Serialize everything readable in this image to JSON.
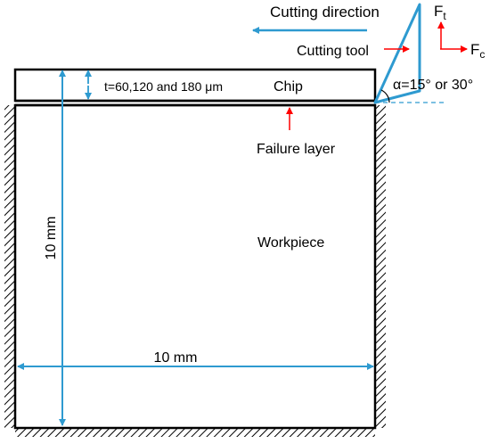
{
  "labels": {
    "cutting_direction": "Cutting direction",
    "cutting_tool": "Cutting tool",
    "force_thrust_main": "F",
    "force_thrust_sub": "t",
    "force_cutting_main": "F",
    "force_cutting_sub": "c",
    "thickness": "t=60,120 and 180 μm",
    "chip": "Chip",
    "rake_angle": "α=15° or 30°",
    "failure_layer": "Failure layer",
    "workpiece": "Workpiece",
    "height_dim": "10 mm",
    "width_dim": "10 mm"
  },
  "colors": {
    "dimension_blue": "#2e9ad0",
    "force_red": "#ff0000",
    "outline": "#000000"
  }
}
